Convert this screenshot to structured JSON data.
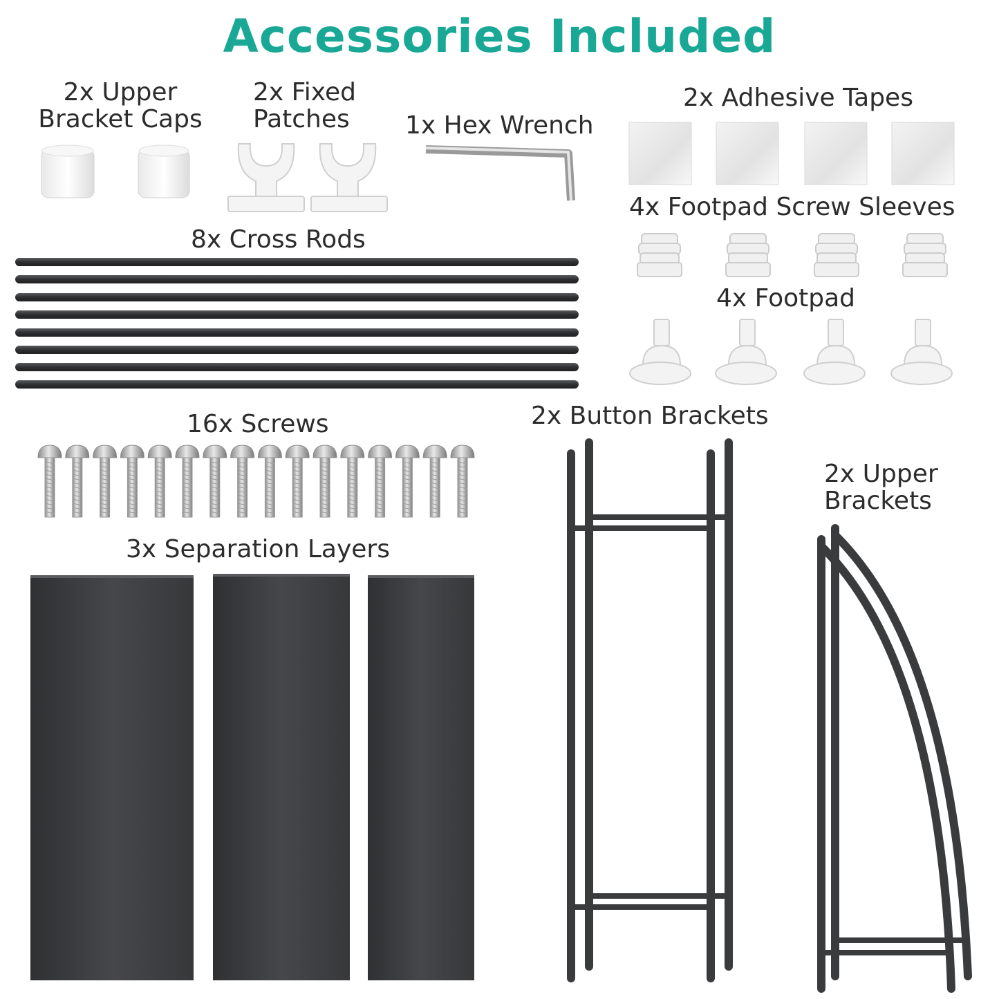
{
  "title": "Accessories Included",
  "accent_color": "#1aa896",
  "part_color": "#3a3b3d",
  "items": {
    "upper_bracket_caps": {
      "line1": "2x Upper",
      "line2": "Bracket Caps"
    },
    "fixed_patches": {
      "line1": "2x Fixed",
      "line2": "Patches"
    },
    "hex_wrench": "1x Hex Wrench",
    "adhesive_tapes": "2x Adhesive Tapes",
    "footpad_screw_sleeves": "4x Footpad Screw Sleeves",
    "cross_rods": "8x Cross Rods",
    "footpad": "4x Footpad",
    "screws": "16x Screws",
    "button_brackets": "2x Button Brackets",
    "upper_brackets": {
      "line1": "2x Upper",
      "line2": "Brackets"
    },
    "separation_layers": "3x Separation Layers"
  }
}
